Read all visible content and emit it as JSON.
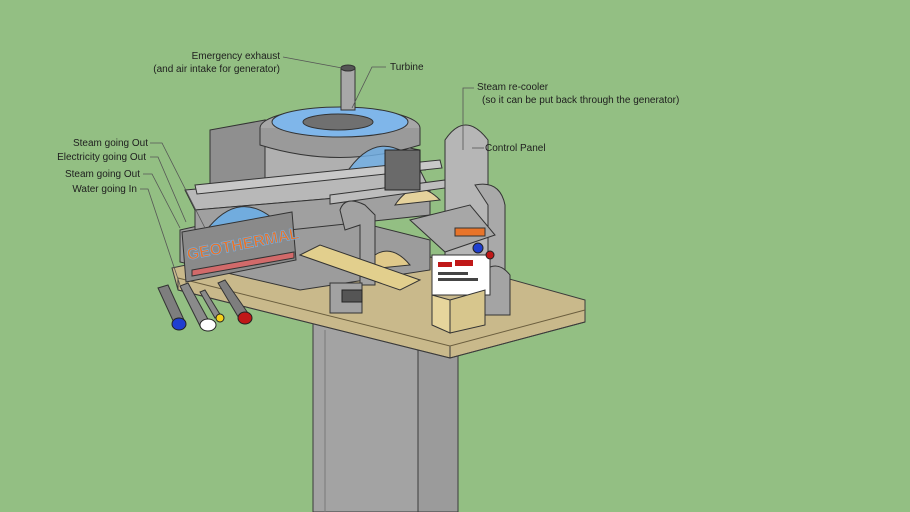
{
  "labels": {
    "emergency_exhaust_line1": "Emergency exhaust",
    "emergency_exhaust_line2": "(and air intake for generator)",
    "turbine": "Turbine",
    "steam_recooler_line1": "Steam re-cooler",
    "steam_recooler_line2": "(so it can be put back through the generator)",
    "control_panel": "Control Panel",
    "steam_going_out_1": "Steam going Out",
    "electricity_going_out": "Electricity going Out",
    "steam_going_out_2": "Steam going Out",
    "water_going_in": "Water going In"
  },
  "sign": {
    "text": "GEOTHERMAL"
  },
  "colors": {
    "background": "#93bf83",
    "platform": "#c9b98b",
    "machinery": "#a9a9a9",
    "glass": "#6fb0e8",
    "sign_text": "#e8742a",
    "pipe_water": "#1f3fd0",
    "pipe_electric": "#f5d01a",
    "pipe_steam_red": "#c01818"
  }
}
